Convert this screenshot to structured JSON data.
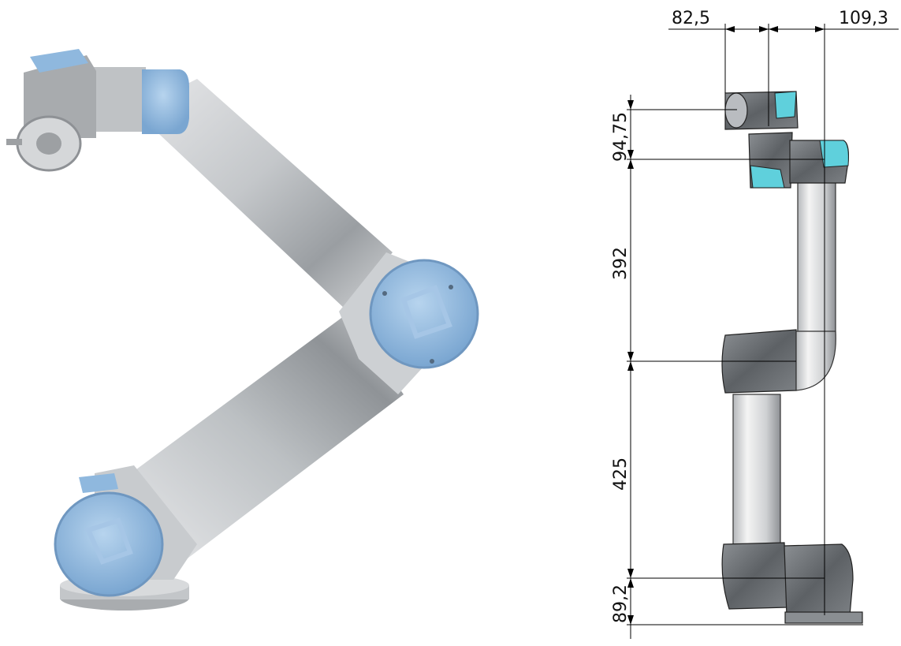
{
  "photo": {
    "description_icon": "robot-arm-photo",
    "colors": {
      "aluminium": "#b9bcc0",
      "cap_blue": "#8fb8de",
      "dark_joint": "#5c5f63"
    }
  },
  "drawing": {
    "dimensions": {
      "top_left": "82,5",
      "top_right": "109,3",
      "wrist_height": "94,75",
      "forearm_length": "392",
      "upper_arm_length": "425",
      "base_height": "89,2"
    },
    "colors": {
      "part_gray": "#6e7276",
      "accent_cyan": "#5fd0dc",
      "line": "#000000"
    }
  }
}
